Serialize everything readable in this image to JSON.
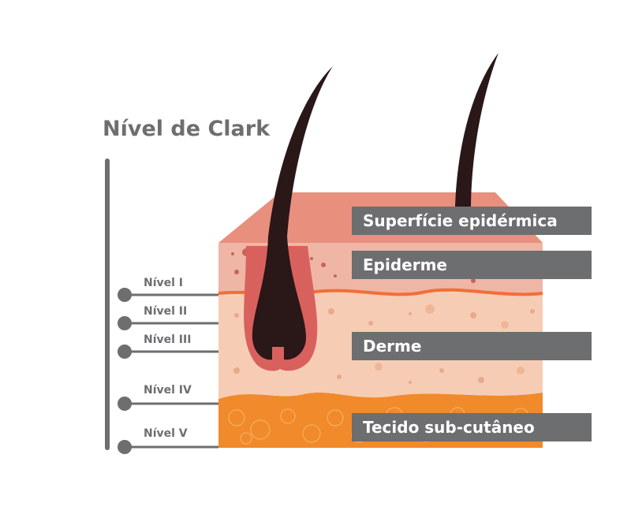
{
  "title": "Nível de Clark",
  "levels": [
    "Nível I",
    "Nível II",
    "Nível III",
    "Nível IV",
    "Nível V"
  ],
  "layers": [
    "Superfície epidérmica",
    "Epiderme",
    "Derme",
    "Tecido sub-cutâneo"
  ],
  "colors": {
    "label_gray": "#6d6e70",
    "surface_top": "#e98f7d",
    "epidermis": "#f0b6a5",
    "junction_line": "#f36e39",
    "dermis": "#f6cdb4",
    "subcutaneous": "#f08a2a",
    "hair": "#2a1718",
    "follicle": "#d9615d"
  }
}
